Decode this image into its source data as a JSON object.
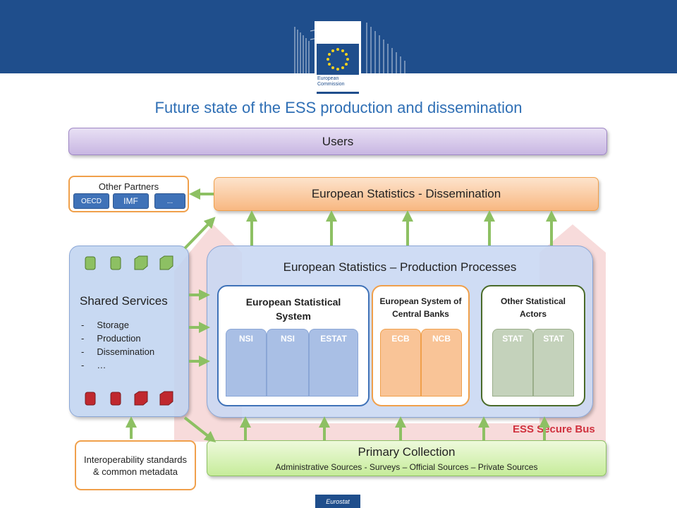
{
  "header": {
    "logo_text": "European Commission",
    "band_color": "#1f4e8c"
  },
  "title": "Future state of the ESS production and dissemination",
  "users": {
    "label": "Users"
  },
  "other_partners": {
    "label": "Other Partners",
    "items": [
      "OECD",
      "IMF",
      "..."
    ]
  },
  "dissemination": {
    "label": "European Statistics - Dissemination"
  },
  "shared_services": {
    "title": "Shared Services",
    "items": [
      "Storage",
      "Production",
      "Dissemination",
      "…"
    ],
    "dash": "-"
  },
  "production": {
    "title": "European Statistics – Production Processes",
    "groups": [
      {
        "title": "European Statistical System",
        "members": [
          "NSI",
          "NSI",
          "ESTAT"
        ],
        "color": "#3f72b8"
      },
      {
        "title": "European System of Central Banks",
        "members": [
          "ECB",
          "NCB"
        ],
        "color": "#f0a04b"
      },
      {
        "title": "Other Statistical Actors",
        "members": [
          "STAT",
          "STAT"
        ],
        "color": "#4a6b2a"
      }
    ]
  },
  "secure_bus": {
    "label": "ESS Secure Bus",
    "color": "#d0313e"
  },
  "primary_collection": {
    "title": "Primary Collection",
    "subtitle": "Administrative Sources - Surveys – Official Sources – Private Sources"
  },
  "interoperability": {
    "label": "Interoperability standards & common metadata"
  },
  "footer": {
    "label": "Eurostat"
  },
  "colors": {
    "arrow": "#8dc063",
    "storage_green": "#8dc063",
    "storage_red": "#c0282e"
  }
}
